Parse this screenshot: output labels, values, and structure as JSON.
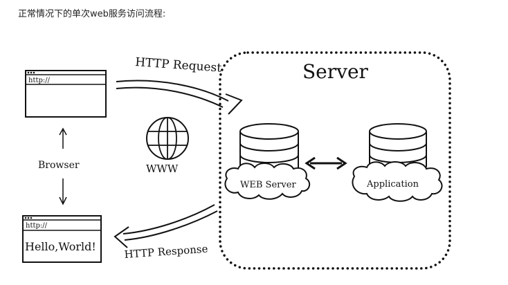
{
  "caption": "正常情况下的单次web服务访问流程:",
  "diagram": {
    "server_title": "Server",
    "http_request": "HTTP Request",
    "http_response": "HTTP Response",
    "browser_label": "Browser",
    "www_label": "WWW",
    "url_text_top": "http://",
    "url_text_bottom": "http://",
    "page_content": "Hello,World!",
    "web_server_label": "WEB Server",
    "application_label": "Application"
  }
}
